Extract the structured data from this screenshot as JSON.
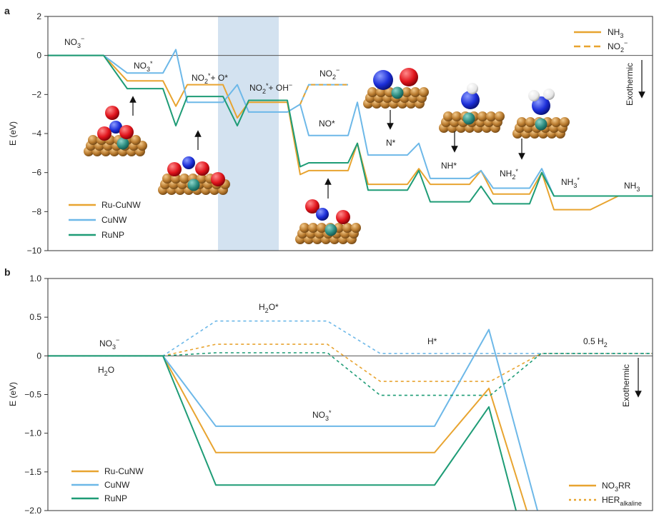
{
  "colors": {
    "ru_cunw": "#E8A430",
    "cunw": "#6DB8E8",
    "runp": "#1E9C76",
    "shade": "#D3E2F0",
    "axis": "#333333",
    "zero": "#555555"
  },
  "chart_data": [
    {
      "panel": "a",
      "type": "line",
      "ylabel": "E (eV)",
      "ylim": [
        -10,
        2
      ],
      "yticks": [
        "2",
        "0",
        "−2",
        "−4",
        "−6",
        "−8",
        "−10"
      ],
      "ytick_values": [
        2,
        0,
        -2,
        -4,
        -6,
        -8,
        -10
      ],
      "grid": false,
      "legend_position": "bottom-left",
      "legend_labels": [
        "Ru-CuNW",
        "CuNW",
        "RuNP"
      ],
      "pathway_legend": [
        "NH3",
        "NO2−"
      ],
      "species": [
        "NO3−",
        "NO3*",
        "NO2*+ O*",
        "NO2*+ OH−",
        "NO2−",
        "NO*",
        "N*",
        "NH*",
        "NH2*",
        "NH3*",
        "NH3"
      ],
      "annotation": "Exothermic",
      "series": [
        {
          "name": "Ru-CuNW",
          "levels": [
            0,
            -1.3,
            -2.6,
            -1.5,
            -3.2,
            -2.4,
            -6.1,
            -5.9,
            -4.5,
            -6.6,
            -5.8,
            -6.6,
            -5.9,
            -7.1,
            -6.0,
            -7.9,
            -7.2
          ]
        },
        {
          "name": "CuNW",
          "levels": [
            0,
            -0.9,
            0.3,
            -2.4,
            -1.5,
            -2.9,
            -2.5,
            -4.1,
            -2.4,
            -5.1,
            -4.5,
            -6.3,
            -5.9,
            -6.8,
            -5.8,
            -7.2,
            -7.2
          ]
        },
        {
          "name": "RuNP",
          "levels": [
            0,
            -1.7,
            -3.6,
            -2.1,
            -3.6,
            -2.3,
            -5.7,
            -5.5,
            -4.5,
            -6.9,
            -5.9,
            -7.5,
            -6.7,
            -7.6,
            -6.0,
            -7.2,
            -7.2
          ]
        }
      ],
      "no2_branch": {
        "name": "NO2−",
        "from_level": -2.5,
        "level": -1.5
      }
    },
    {
      "panel": "b",
      "type": "line",
      "ylabel": "E (eV)",
      "ylim": [
        -2.0,
        1.0
      ],
      "yticks": [
        "1.0",
        "0.5",
        "0",
        "−0.5",
        "−1.0",
        "−1.5",
        "−2.0"
      ],
      "ytick_values": [
        1.0,
        0.5,
        0,
        -0.5,
        -1.0,
        -1.5,
        -2.0
      ],
      "grid": false,
      "legend_position": "bottom-left",
      "legend_labels": [
        "Ru-CuNW",
        "CuNW",
        "RuNP"
      ],
      "pathway_legend": [
        "NO3RR",
        "HERalkaline"
      ],
      "labels": [
        "NO3−",
        "H2O",
        "NO3*",
        "H2O*",
        "H*",
        "0.5 H2"
      ],
      "annotation": "Exothermic",
      "series": [
        {
          "name": "Ru-CuNW",
          "nitrate": [
            0,
            -1.25,
            -0.42,
            -2.0
          ],
          "her": [
            0,
            0.15,
            -0.33,
            0.03
          ]
        },
        {
          "name": "CuNW",
          "nitrate": [
            0,
            -0.91,
            0.34,
            -2.0
          ],
          "her": [
            0,
            0.45,
            0.03,
            0.03
          ]
        },
        {
          "name": "RuNP",
          "nitrate": [
            0,
            -1.67,
            -0.66,
            -2.0
          ],
          "her": [
            0,
            0.04,
            -0.51,
            0.03
          ]
        }
      ]
    }
  ]
}
